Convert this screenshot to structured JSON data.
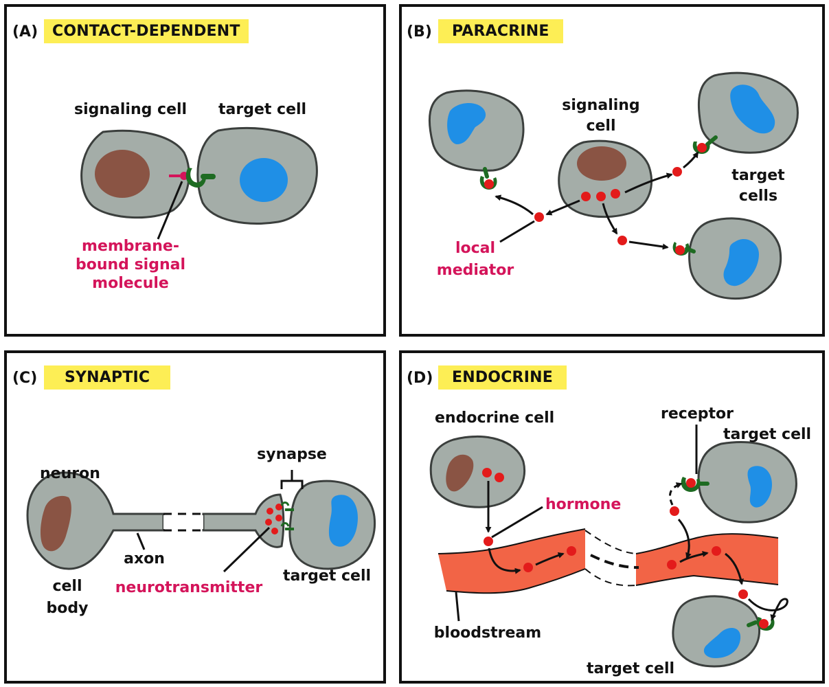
{
  "panels": {
    "a": {
      "id": "(A)",
      "title": "CONTACT-DEPENDENT",
      "signaling_cell": "signaling cell",
      "target_cell": "target cell",
      "signal_line1": "membrane-",
      "signal_line2": "bound signal",
      "signal_line3": "molecule"
    },
    "b": {
      "id": "(B)",
      "title": "PARACRINE",
      "signaling_line1": "signaling",
      "signaling_line2": "cell",
      "target_line1": "target",
      "target_line2": "cells",
      "mediator_line1": "local",
      "mediator_line2": "mediator"
    },
    "c": {
      "id": "(C)",
      "title": "SYNAPTIC",
      "neuron": "neuron",
      "synapse": "synapse",
      "axon": "axon",
      "cell_body_line1": "cell",
      "cell_body_line2": "body",
      "neurotransmitter": "neurotransmitter",
      "target_cell": "target cell"
    },
    "d": {
      "id": "(D)",
      "title": "ENDOCRINE",
      "endocrine_cell": "endocrine cell",
      "receptor": "receptor",
      "target_cell_top": "target cell",
      "hormone": "hormone",
      "bloodstream": "bloodstream",
      "target_cell_bottom": "target cell"
    }
  },
  "colors": {
    "cell": "#a4ada8",
    "nucleus_brown": "#8a5444",
    "nucleus_blue": "#1f8fe6",
    "signal_red": "#e31b1b",
    "receptor_green": "#1e6b22",
    "blood": "#f26446",
    "highlight": "#fdee55",
    "label_red": "#d4145a"
  }
}
